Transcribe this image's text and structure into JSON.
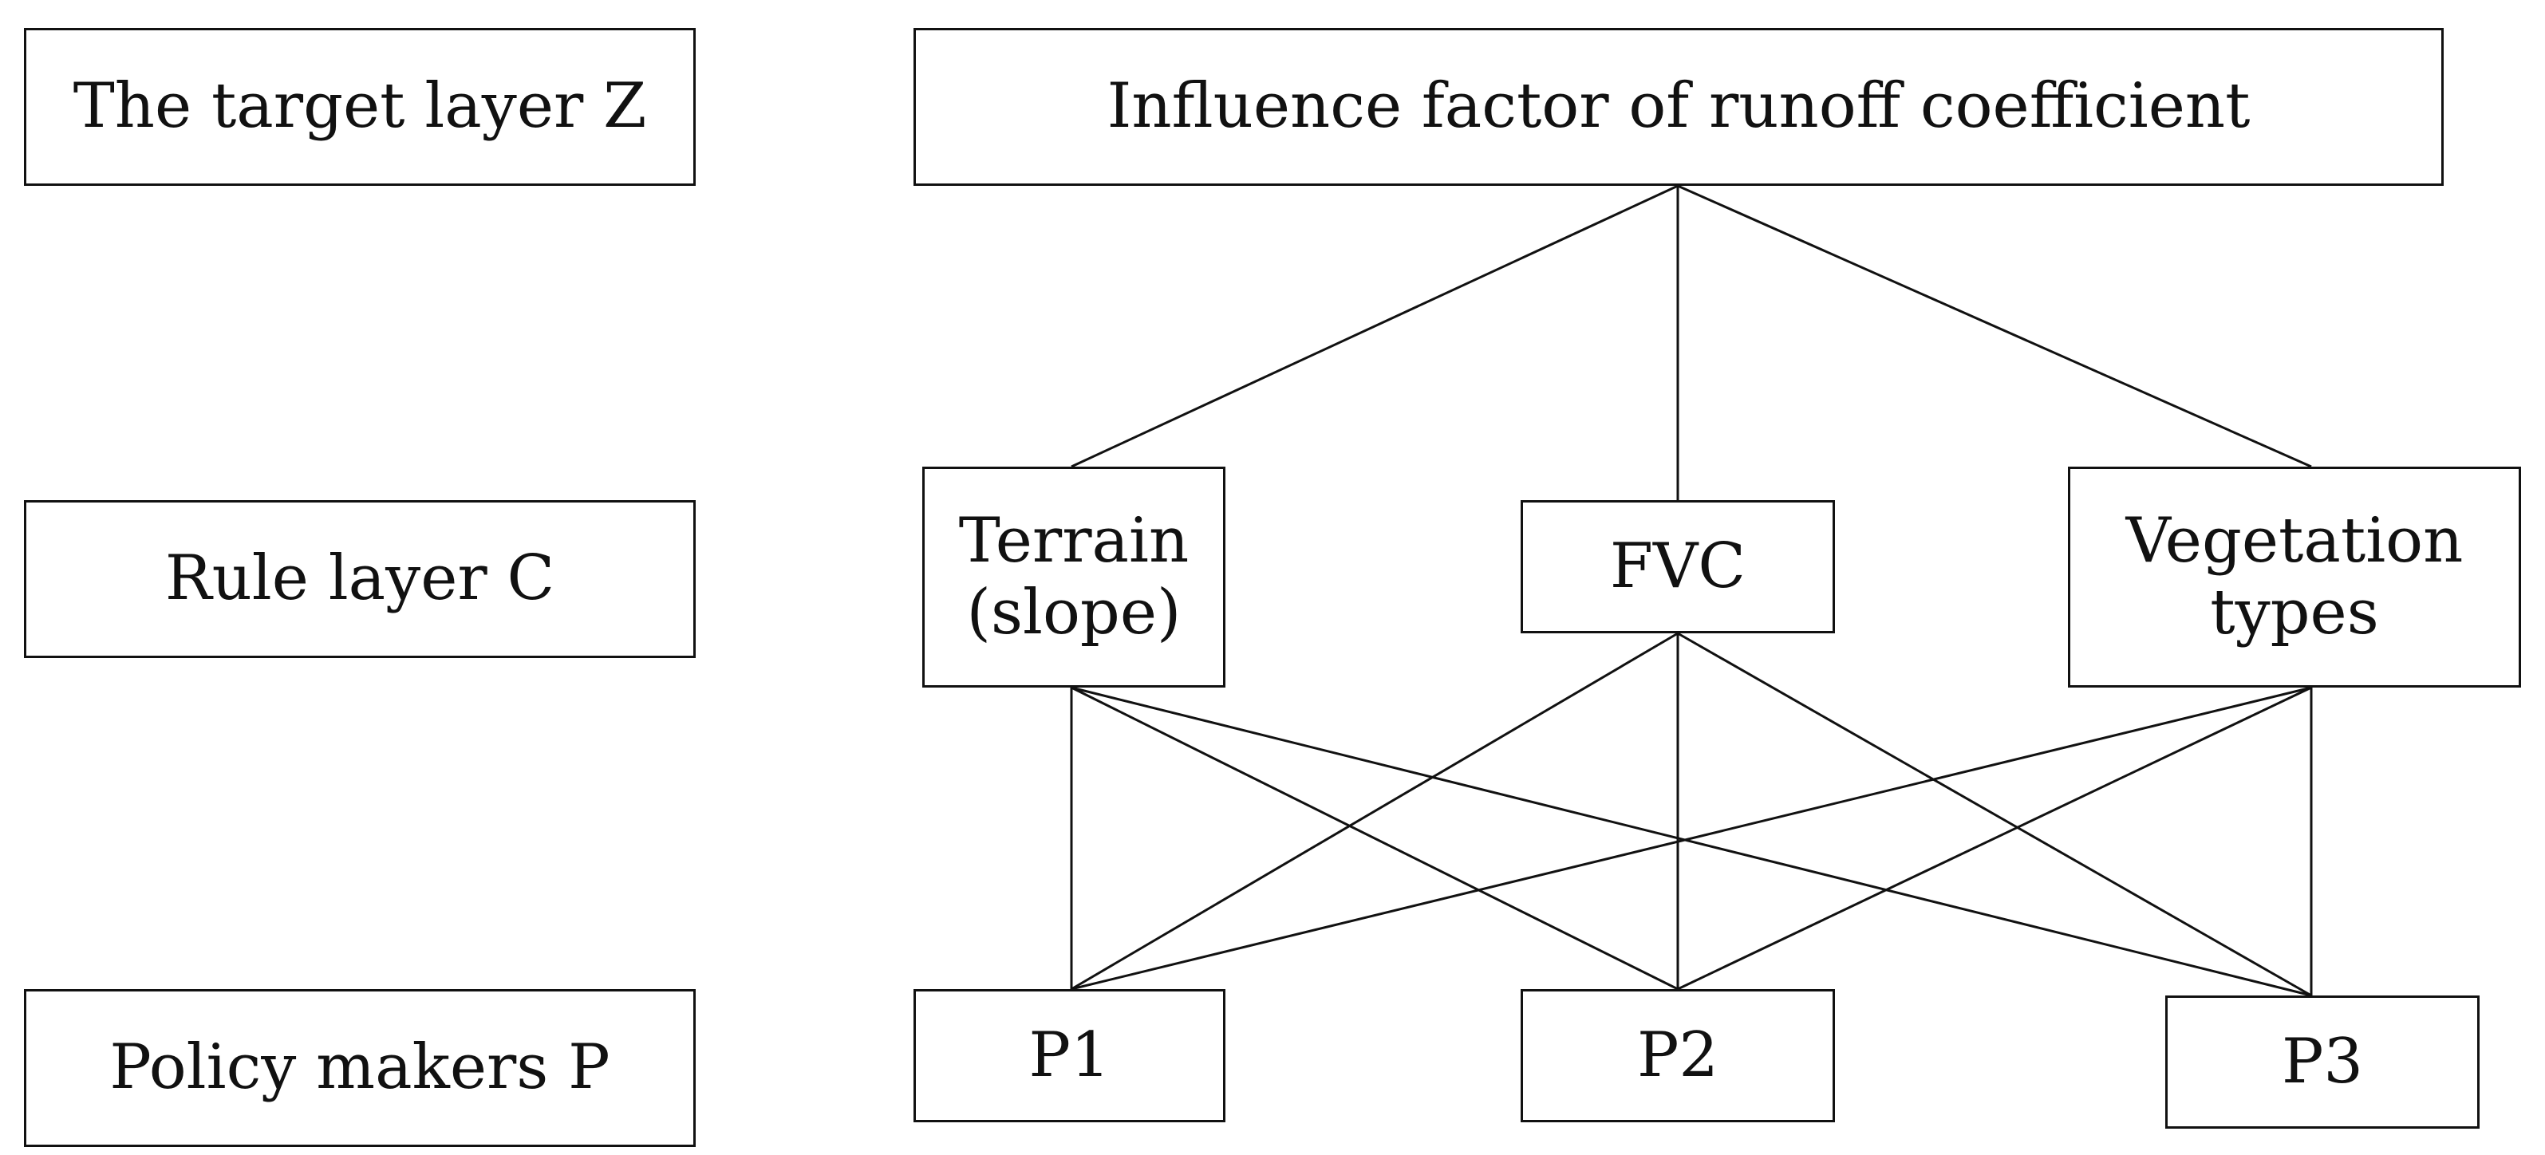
{
  "layers": {
    "target": "The target layer Z",
    "rule": "Rule layer C",
    "policy": "Policy makers P"
  },
  "goal": {
    "label": "Influence factor of runoff coefficient"
  },
  "criteria": [
    {
      "id": "terrain",
      "line1": "Terrain",
      "line2": "(slope)"
    },
    {
      "id": "fvc",
      "line1": "FVC"
    },
    {
      "id": "vegetation",
      "line1": "Vegetation",
      "line2": "types"
    }
  ],
  "alternatives": [
    {
      "id": "p1",
      "label": "P1"
    },
    {
      "id": "p2",
      "label": "P2"
    },
    {
      "id": "p3",
      "label": "P3"
    }
  ],
  "connections": {
    "goal_to_criteria": [
      "terrain",
      "fvc",
      "vegetation"
    ],
    "criteria_to_alternatives": "all"
  }
}
